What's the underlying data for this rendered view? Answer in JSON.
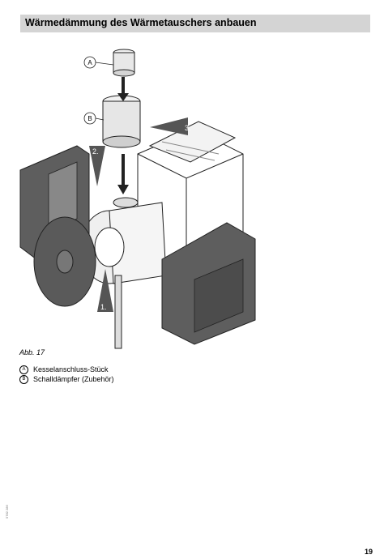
{
  "header": {
    "title": "Wärmedämmung des Wärmetauschers anbauen"
  },
  "figure": {
    "callouts": {
      "a": "A",
      "b": "B"
    },
    "steps": {
      "s1": "1.",
      "s2": "2.",
      "s3": "3."
    }
  },
  "caption": "Abb. 17",
  "legend": [
    {
      "badge": "A",
      "text": "Kesselanschluss-Stück"
    },
    {
      "badge": "B",
      "text": "Schalldämpfer (Zubehör)"
    }
  ],
  "side_code": "5782 286",
  "page_number": "19"
}
